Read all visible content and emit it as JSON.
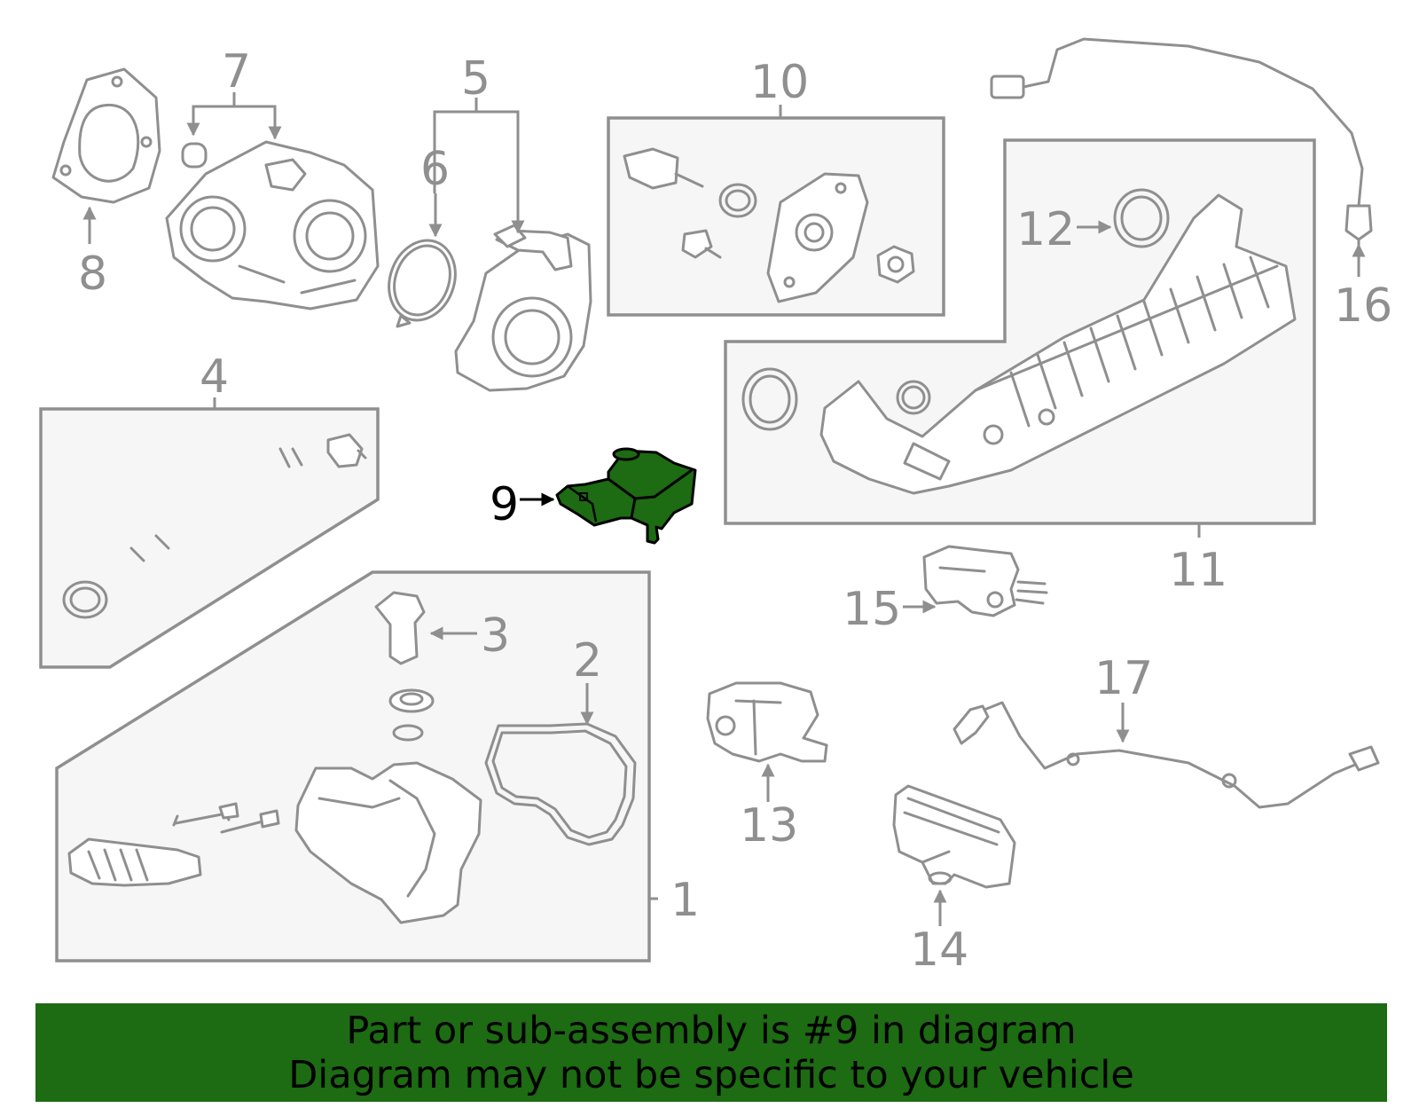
{
  "callouts": {
    "c1": "1",
    "c2": "2",
    "c3": "3",
    "c4": "4",
    "c5": "5",
    "c6": "6",
    "c7": "7",
    "c8": "8",
    "c9": "9",
    "c10": "10",
    "c11": "11",
    "c12": "12",
    "c13": "13",
    "c14": "14",
    "c15": "15",
    "c16": "16",
    "c17": "17"
  },
  "highlighted_part": "9",
  "colors": {
    "highlight": "#1d6b12",
    "line": "#8f8f8f",
    "box_fill": "#f6f6f6"
  },
  "banner": {
    "line1": "Part or sub-assembly is #9 in diagram",
    "line2": "Diagram may not be specific to your vehicle"
  }
}
